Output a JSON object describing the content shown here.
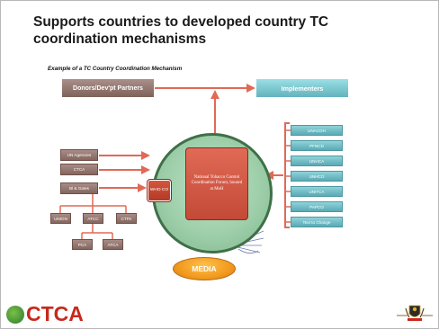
{
  "slide": {
    "title": "Supports countries to developed country TC coordination mechanisms",
    "subtitle": "Example of a TC Country Coordination Mechanism"
  },
  "diagram": {
    "donors": "Donors/Dev'pt Partners",
    "implementers": "Implementers",
    "left_boxes": [
      "UN Agencies",
      "CTCA",
      "Bl & Gates"
    ],
    "sub_boxes": [
      "UNION",
      "ATCC",
      "CTFK"
    ],
    "sub_sub_boxes": [
      "PCA",
      "ATCA"
    ],
    "who": "WHO CO",
    "center": "National Tobacco Control Coordination Forum, housed at MoH",
    "right_boxes": [
      "UNACOH",
      "PFNCD",
      "UNHCA",
      "UNHCO",
      "UNITCA",
      "PAPCO",
      "Text to Change"
    ],
    "media": "MEDIA"
  },
  "logos": {
    "ctca": "CTCA"
  },
  "colors": {
    "arrow": "#e06a56",
    "center_box": "#c34a37",
    "brown_box": "#84665e",
    "teal_box": "#5aaab4",
    "circle": "#9ecfaa",
    "media": "#f29a1e"
  }
}
